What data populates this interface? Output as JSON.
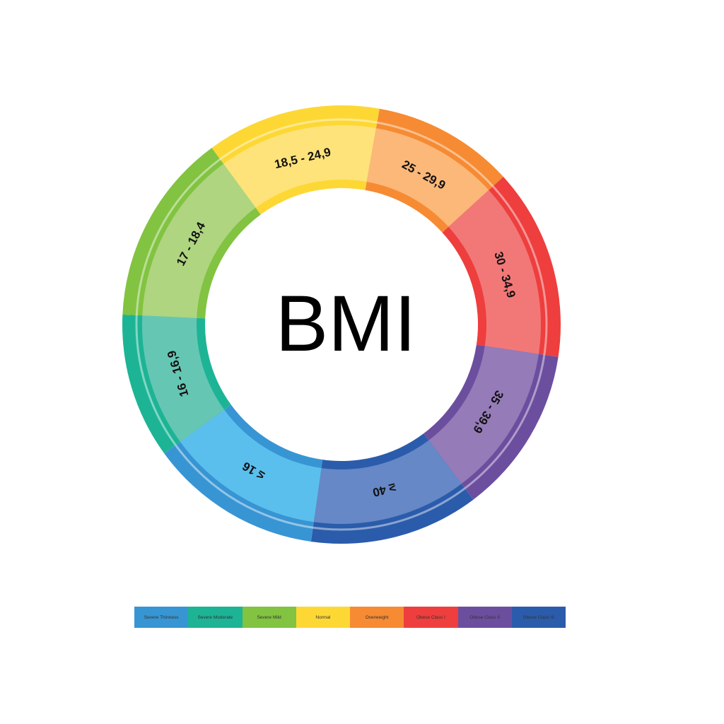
{
  "title": "BMI",
  "segments": [
    {
      "label": "18,5 - 24,9",
      "category": "Normal",
      "color": "#FDD835",
      "light": "#FEE37A",
      "start": 323.7,
      "end": 10
    },
    {
      "label": "25 - 29,9",
      "category": "Overweight",
      "color": "#F68B33",
      "light": "#FBB879",
      "start": 10,
      "end": 47.6
    },
    {
      "label": "30 - 34,9",
      "category": "Obese Class I",
      "color": "#EE3E3E",
      "light": "#F27878",
      "start": 47.6,
      "end": 98.5
    },
    {
      "label": "35 - 39,9",
      "category": "Obese Class II",
      "color": "#6C4E9F",
      "light": "#957BB8",
      "start": 98.5,
      "end": 143
    },
    {
      "label": "≥ 40",
      "category": "Obese Class III",
      "color": "#2B5CAB",
      "light": "#6688C7",
      "start": 143,
      "end": 188
    },
    {
      "label": "≤ 16",
      "category": "Severe Thinness",
      "color": "#3895D3",
      "light": "#5BBFEE",
      "start": 188,
      "end": 234
    },
    {
      "label": "16 - 16,9",
      "category": "Severe Moderate",
      "color": "#1DB495",
      "light": "#66C6B4",
      "start": 234,
      "end": 272.6
    },
    {
      "label": "17 - 18,4",
      "category": "Severe Mild",
      "color": "#82C341",
      "light": "#AFD580",
      "start": 272.6,
      "end": 323.7
    }
  ],
  "legend": [
    {
      "label": "Severe Thinness",
      "color": "#3895D3"
    },
    {
      "label": "Severe  Moderate",
      "color": "#1DB495"
    },
    {
      "label": "Severe  Mild",
      "color": "#82C341"
    },
    {
      "label": "Normal",
      "color": "#FDD835"
    },
    {
      "label": "Overweight",
      "color": "#F68B33"
    },
    {
      "label": "Obese Class I",
      "color": "#EE3E3E"
    },
    {
      "label": "Obese Class II",
      "color": "#6C4E9F"
    },
    {
      "label": "Obese Class III",
      "color": "#2B5CAB"
    }
  ]
}
